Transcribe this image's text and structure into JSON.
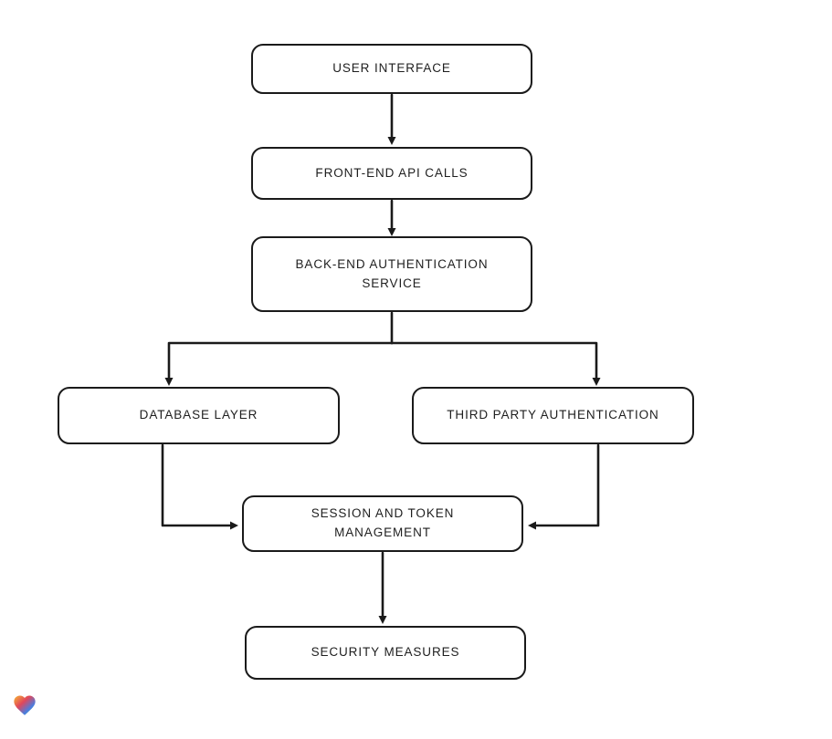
{
  "page": {
    "background": "#ffffff"
  },
  "diagram": {
    "type": "flowchart",
    "stroke_color": "#1a1a1a",
    "node_fill": "#ffffff",
    "nodes": [
      {
        "id": "user-interface",
        "label": "USER INTERFACE"
      },
      {
        "id": "front-end-api-calls",
        "label": "FRONT-END API CALLS"
      },
      {
        "id": "back-end-authentication-service",
        "label": "BACK-END AUTHENTICATION SERVICE"
      },
      {
        "id": "database-layer",
        "label": "DATABASE LAYER"
      },
      {
        "id": "third-party-authentication",
        "label": "THIRD PARTY AUTHENTICATION"
      },
      {
        "id": "session-and-token-management",
        "label": "SESSION AND TOKEN MANAGEMENT"
      },
      {
        "id": "security-measures",
        "label": "SECURITY MEASURES"
      }
    ],
    "edges": [
      {
        "from": "user-interface",
        "to": "front-end-api-calls"
      },
      {
        "from": "front-end-api-calls",
        "to": "back-end-authentication-service"
      },
      {
        "from": "back-end-authentication-service",
        "to": "database-layer"
      },
      {
        "from": "back-end-authentication-service",
        "to": "third-party-authentication"
      },
      {
        "from": "database-layer",
        "to": "session-and-token-management"
      },
      {
        "from": "third-party-authentication",
        "to": "session-and-token-management"
      },
      {
        "from": "session-and-token-management",
        "to": "security-measures"
      }
    ]
  },
  "branding": {
    "logo": "heart-logo",
    "logo_colors": [
      "#f7b733",
      "#e0475b",
      "#4a7de0",
      "#3bb273"
    ]
  }
}
